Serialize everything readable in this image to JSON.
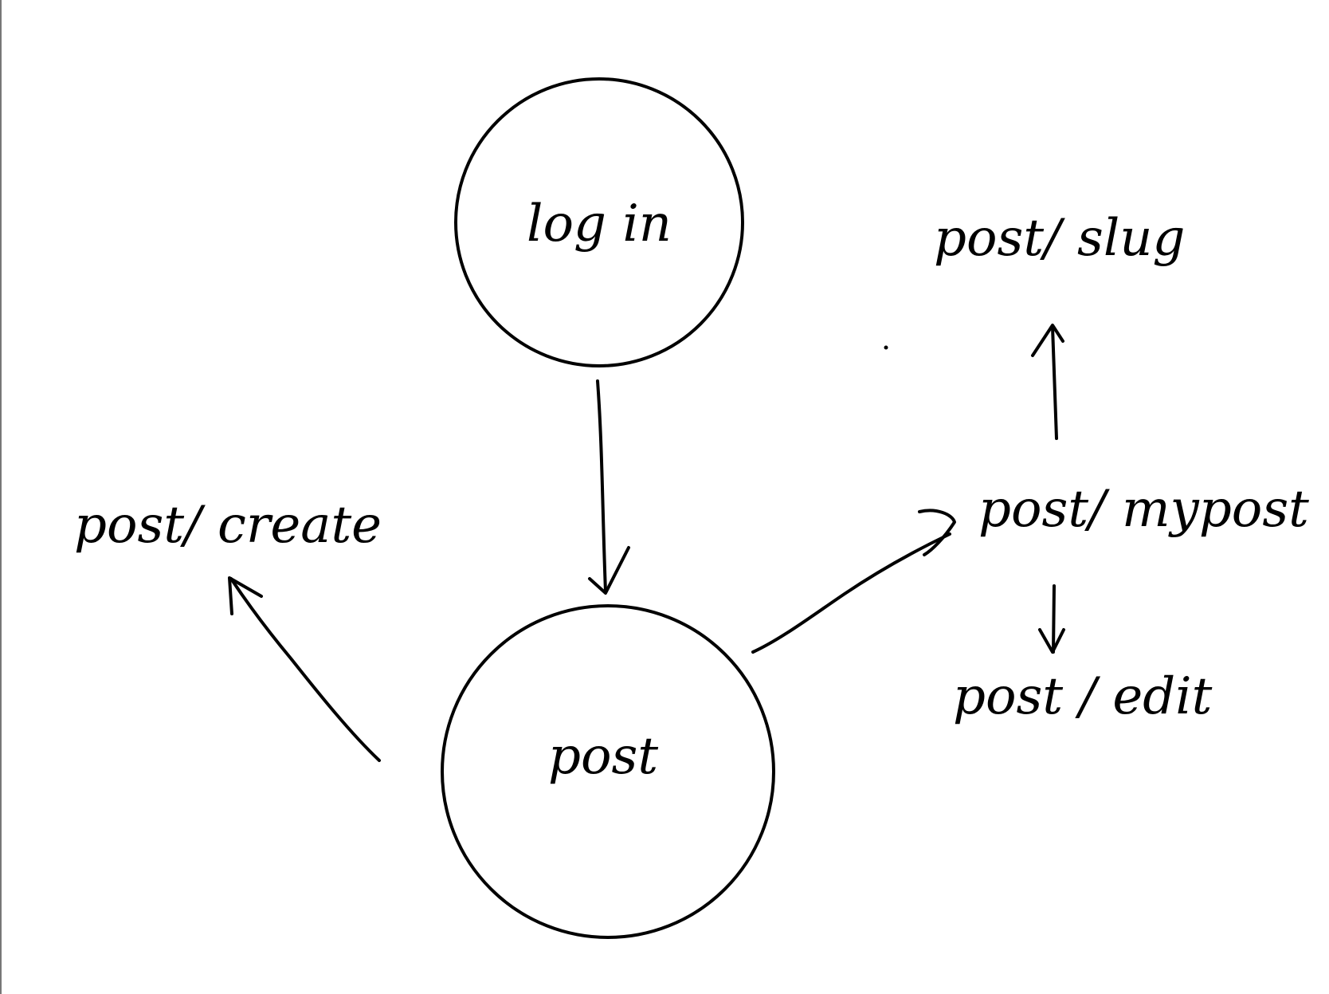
{
  "diagram": {
    "nodes": {
      "login": {
        "label": "log in"
      },
      "post": {
        "label": "post"
      }
    },
    "routes": {
      "post_create": {
        "label": "post/ create"
      },
      "post_slug": {
        "label": "post/ slug"
      },
      "post_mypost": {
        "label": "post/ mypost"
      },
      "post_edit": {
        "label": "post / edit"
      }
    },
    "colors": {
      "ink": "#000000",
      "background": "#ffffff"
    }
  }
}
